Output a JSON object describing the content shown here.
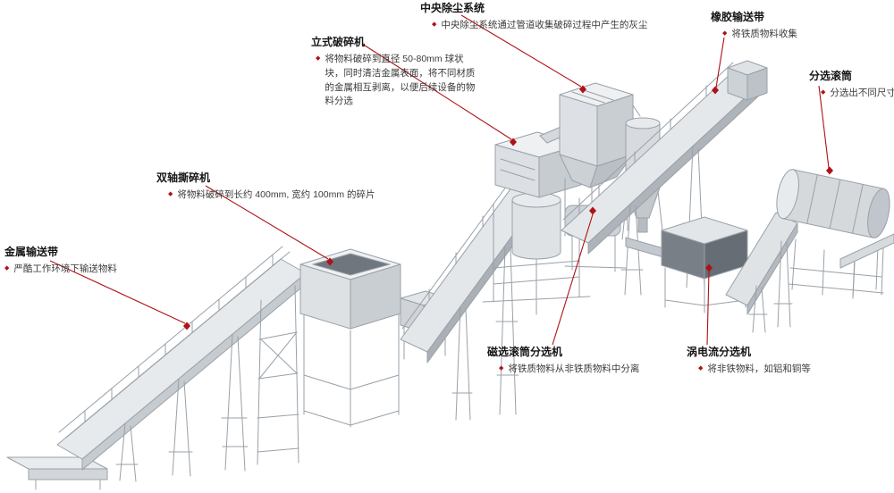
{
  "diagram": {
    "bullet": "◆"
  },
  "palette": {
    "accent_red": "#b01116",
    "line_gray": "#99a1a8"
  },
  "labels": {
    "central_dust": {
      "title": "中央除尘系统",
      "desc": "中央除尘系统通过管道收集破碎过程中产生的灰尘"
    },
    "vertical_crusher": {
      "title": "立式破碎机",
      "desc": "将物料破碎到直径 50-80mm 球状块，同时清洁金属表面，将不同材质的金属相互剥离，以便后续设备的物料分选"
    },
    "rubber_conveyor": {
      "title": "橡胶输送带",
      "desc": "将铁质物料收集"
    },
    "sorting_drum": {
      "title": "分选滚筒",
      "desc": "分选出不同尺寸的杂料"
    },
    "double_shaft_shredder": {
      "title": "双轴撕碎机",
      "desc": "将物料破碎到长约 400mm, 宽约 100mm 的碎片"
    },
    "metal_conveyor": {
      "title": "金属输送带",
      "desc": "严酷工作环境下输送物料"
    },
    "magnetic_drum_separator": {
      "title": "磁选滚筒分选机",
      "desc": "将铁质物料从非铁质物料中分离"
    },
    "eddy_current_separator": {
      "title": "涡电流分选机",
      "desc": "将非铁物料，如铝和铜等"
    }
  }
}
